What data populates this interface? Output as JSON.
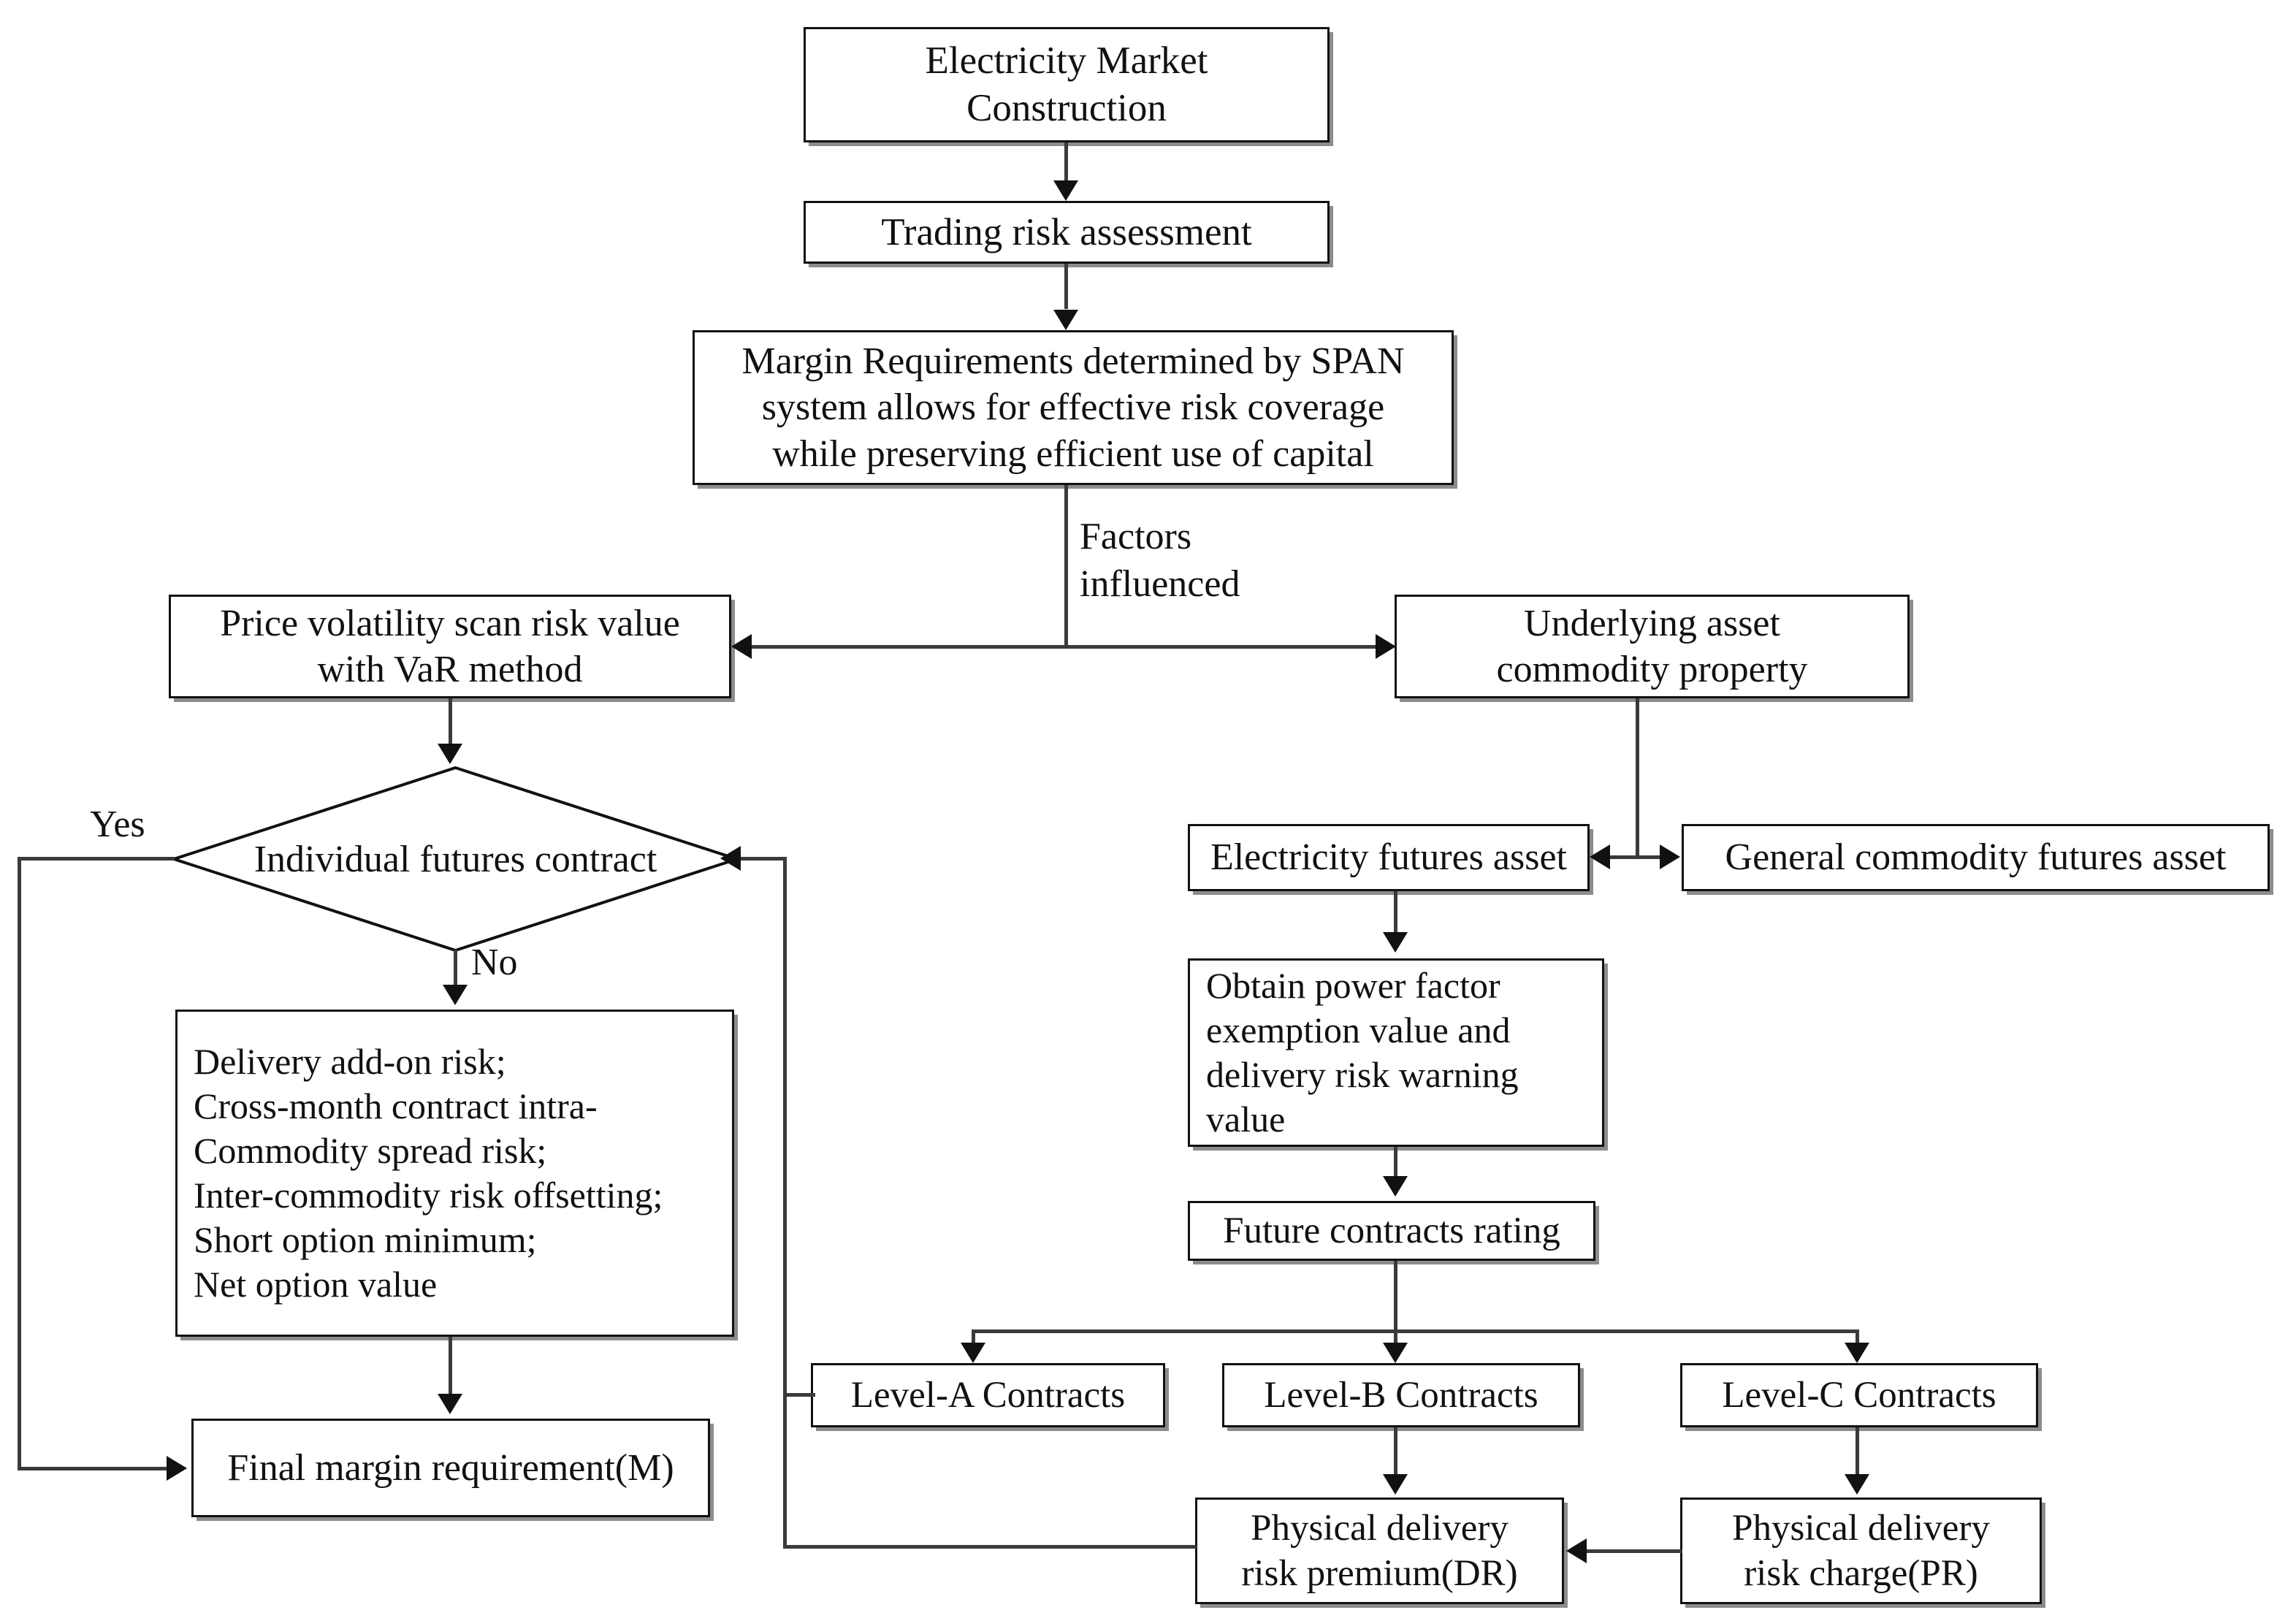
{
  "diagram": {
    "type": "flowchart",
    "title": "Electricity futures margin requirement determination flowchart",
    "nodes": {
      "electricity_market_construction": "Electricity Market\nConstruction",
      "trading_risk_assessment": "Trading risk assessment",
      "margin_requirements_span": "Margin Requirements determined by SPAN\nsystem  allows for effective risk coverage\nwhile preserving efficient use of capital",
      "price_volatility_var": "Price volatility scan risk value\nwith VaR method",
      "underlying_asset_commodity": "Underlying asset\ncommodity property",
      "individual_futures_contract": "Individual futures contract",
      "risk_components_list": "Delivery add-on risk;\nCross-month contract intra-\nCommodity spread risk;\nInter-commodity risk offsetting;\nShort option minimum;\nNet option value",
      "final_margin_requirement": "Final margin requirement(M)",
      "electricity_futures_asset": "Electricity futures asset",
      "general_commodity_futures_asset": "General commodity futures asset",
      "obtain_power_factor": "Obtain power factor\nexemption value and\ndelivery risk warning\nvalue",
      "future_contracts_rating": "Future contracts rating",
      "level_a_contracts": "Level-A Contracts",
      "level_b_contracts": "Level-B Contracts",
      "level_c_contracts": "Level-C Contracts",
      "physical_delivery_risk_premium": "Physical delivery\nrisk premium(DR)",
      "physical_delivery_risk_charge": "Physical delivery\nrisk charge(PR)"
    },
    "edge_labels": {
      "factors_influenced": "Factors\ninfluenced",
      "yes": "Yes",
      "no": "No"
    },
    "colors": {
      "node_border": "#111111",
      "node_fill": "#ffffff",
      "edge": "#3a3a3a",
      "text": "#111111",
      "shadow": "#787878"
    }
  }
}
